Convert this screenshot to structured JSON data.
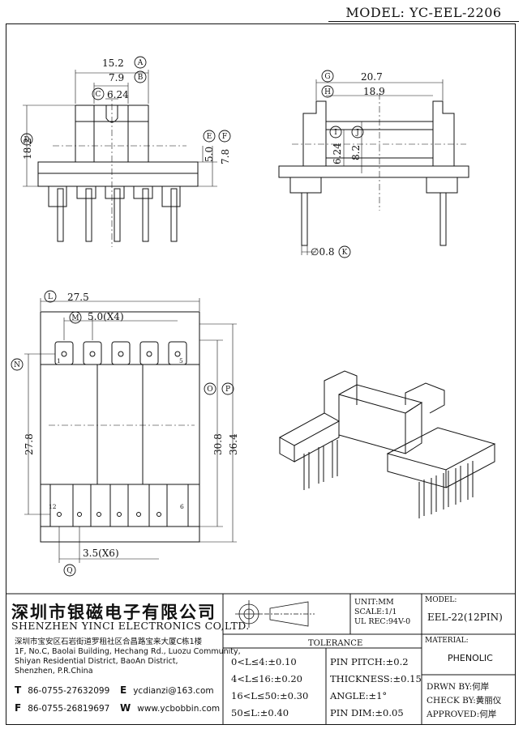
{
  "model_title": "MODEL: YC-EEL-2206",
  "dims": {
    "a": "15.2",
    "b": "7.9",
    "c": "6.24",
    "d": "18.2",
    "e": "5.0",
    "f": "7.8",
    "g": "20.7",
    "h": "18.9",
    "i": "6.24",
    "j": "8.2",
    "k": "∅0.8",
    "l": "27.5",
    "m": "5.0(X4)",
    "n": "27.8",
    "o": "30.8",
    "p": "36.4",
    "q": "3.5(X6)"
  },
  "circle_labels": {
    "a": "A",
    "b": "B",
    "c": "C",
    "d": "D",
    "e": "E",
    "f": "F",
    "g": "G",
    "h": "H",
    "i": "I",
    "j": "J",
    "k": "K",
    "l": "L",
    "m": "M",
    "n": "N",
    "o": "O",
    "p": "P",
    "q": "Q"
  },
  "pin_labels": {
    "p1": "1",
    "p5": "5",
    "p12": "12",
    "p6": "6"
  },
  "company": {
    "name_cn": "深圳市银磁电子有限公司",
    "name_en": "SHENZHEN YINCI ELECTRONICS CO,LTD.",
    "address_lines": [
      "深圳市宝安区石岩街道罗租社区合昌路宝来大厦C栋1楼",
      "1F, No.C, Baolai Building, Hechang Rd., Luozu Community,",
      "Shiyan Residential District, BaoAn District,",
      "Shenzhen, P.R.China"
    ],
    "t_label": "T",
    "phone": "86-0755-27632099",
    "f_label": "F",
    "fax": "86-0755-26819697",
    "e_label": "E",
    "email": "ycdianzi@163.com",
    "w_label": "W",
    "web": "www.ycbobbin.com"
  },
  "specs": {
    "unit": "UNIT:MM",
    "scale": "SCALE:1/1",
    "ul": "UL REC:94V-0",
    "model_label": "MODEL:",
    "model_value": "EEL-22(12PIN)",
    "material_label": "MATERIAL:",
    "material_value": "PHENOLIC"
  },
  "tolerance": {
    "title": "TOLERANCE",
    "left": [
      "0<L≤4:±0.10",
      "4<L≤16:±0.20",
      "16<L≤50:±0.30",
      "50≤L:±0.40"
    ],
    "right": [
      "PIN PITCH:±0.2",
      "THICKNESS:±0.15",
      "ANGLE:±1°",
      "PIN DIM:±0.05"
    ]
  },
  "signoff": {
    "drawn": "DRWN BY:何岸",
    "check": "CHECK BY:黄丽仪",
    "approved": "APPROVED:何岸"
  }
}
